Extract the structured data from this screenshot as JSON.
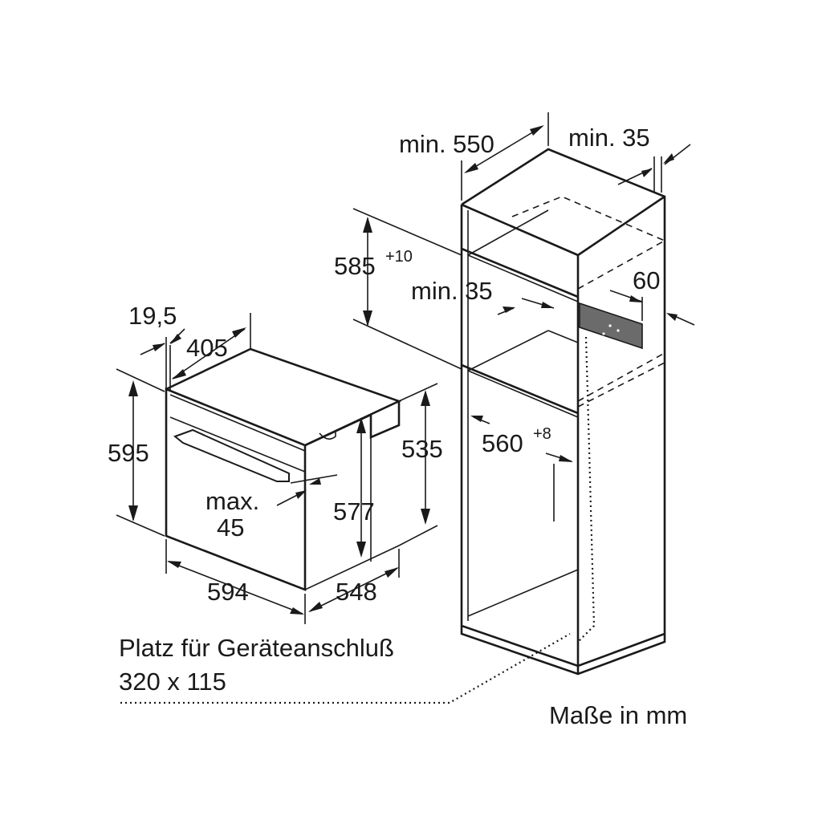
{
  "dimensions": {
    "cabinet_depth": "min. 550",
    "rear_gap": "min. 35",
    "niche_height_value": "585",
    "niche_height_tolerance": "+10",
    "vent_gap": "min. 35",
    "vent_height": "60",
    "niche_width_value": "560",
    "niche_width_tolerance": "+8",
    "panel_thickness": "19,5",
    "body_depth": "405",
    "oven_height": "595",
    "handle_max_label": "max.",
    "handle_max_value": "45",
    "front_height": "577",
    "side_height": "535",
    "oven_width": "594",
    "oven_depth": "548"
  },
  "connection_note": {
    "line1": "Platz für Geräteanschluß",
    "line2": "320 x 115"
  },
  "units_label": "Maße in mm",
  "colors": {
    "ink": "#1a1a1a",
    "vent_fill": "#6b6b6b"
  }
}
